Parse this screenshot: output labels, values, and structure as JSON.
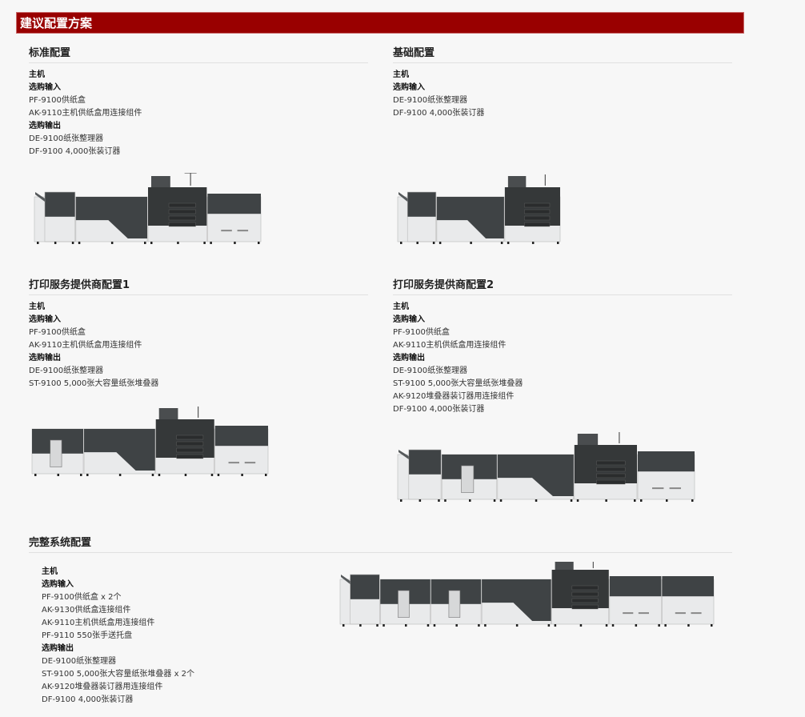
{
  "header": {
    "title": "建议配置方案"
  },
  "sections": [
    {
      "title": "标准配置",
      "lines": [
        {
          "text": "主机",
          "bold": true
        },
        {
          "text": "选购输入",
          "bold": true
        },
        {
          "text": "PF-9100供纸盒",
          "bold": false
        },
        {
          "text": "AK-9110主机供纸盒用连接组件",
          "bold": false
        },
        {
          "text": "选购输出",
          "bold": true
        },
        {
          "text": "DE-9100纸张整理器",
          "bold": false
        },
        {
          "text": "DF-9100 4,000张装订器",
          "bold": false
        }
      ]
    },
    {
      "title": "基础配置",
      "lines": [
        {
          "text": "主机",
          "bold": true
        },
        {
          "text": "选购输入",
          "bold": true
        },
        {
          "text": "DE-9100纸张整理器",
          "bold": false
        },
        {
          "text": "DF-9100 4,000张装订器",
          "bold": false
        }
      ]
    },
    {
      "title": "打印服务提供商配置1",
      "lines": [
        {
          "text": "主机",
          "bold": true
        },
        {
          "text": "选购输入",
          "bold": true
        },
        {
          "text": "PF-9100供纸盒",
          "bold": false
        },
        {
          "text": "AK-9110主机供纸盒用连接组件",
          "bold": false
        },
        {
          "text": "选购输出",
          "bold": true
        },
        {
          "text": "DE-9100纸张整理器",
          "bold": false
        },
        {
          "text": "ST-9100 5,000张大容量纸张堆叠器",
          "bold": false
        }
      ]
    },
    {
      "title": "打印服务提供商配置2",
      "lines": [
        {
          "text": "主机",
          "bold": true
        },
        {
          "text": "选购输入",
          "bold": true
        },
        {
          "text": "PF-9100供纸盒",
          "bold": false
        },
        {
          "text": "AK-9110主机供纸盒用连接组件",
          "bold": false
        },
        {
          "text": "选购输出",
          "bold": true
        },
        {
          "text": "DE-9100纸张整理器",
          "bold": false
        },
        {
          "text": "ST-9100 5,000张大容量纸张堆叠器",
          "bold": false
        },
        {
          "text": "AK-9120堆叠器装订器用连接组件",
          "bold": false
        },
        {
          "text": "DF-9100 4,000张装订器",
          "bold": false
        }
      ]
    },
    {
      "title": "完整系统配置",
      "lines": [
        {
          "text": "主机",
          "bold": true
        },
        {
          "text": "选购输入",
          "bold": true
        },
        {
          "text": "PF-9100供纸盒 x 2个",
          "bold": false
        },
        {
          "text": "AK-9130供纸盒连接组件",
          "bold": false
        },
        {
          "text": "AK-9110主机供纸盒用连接组件",
          "bold": false
        },
        {
          "text": "PF-9110 550张手送托盘",
          "bold": false
        },
        {
          "text": "选购输出",
          "bold": true
        },
        {
          "text": "DE-9100纸张整理器",
          "bold": false
        },
        {
          "text": "ST-9100 5,000张大容量纸张堆叠器 x 2个",
          "bold": false
        },
        {
          "text": "AK-9120堆叠器装订器用连接组件",
          "bold": false
        },
        {
          "text": "DF-9100 4,000张装订器",
          "bold": false
        }
      ]
    }
  ],
  "machines": [
    {
      "units": [
        "finisher",
        "wide",
        "main",
        "feeder"
      ]
    },
    {
      "units": [
        "finisher",
        "wide",
        "main"
      ]
    },
    {
      "units": [
        "stacker",
        "wide",
        "main",
        "feeder"
      ]
    },
    {
      "units": [
        "finisher",
        "stacker",
        "wide",
        "main",
        "feeder"
      ]
    },
    {
      "units": [
        "finisher",
        "stacker",
        "stacker",
        "wide",
        "main",
        "feeder",
        "feeder"
      ]
    }
  ]
}
